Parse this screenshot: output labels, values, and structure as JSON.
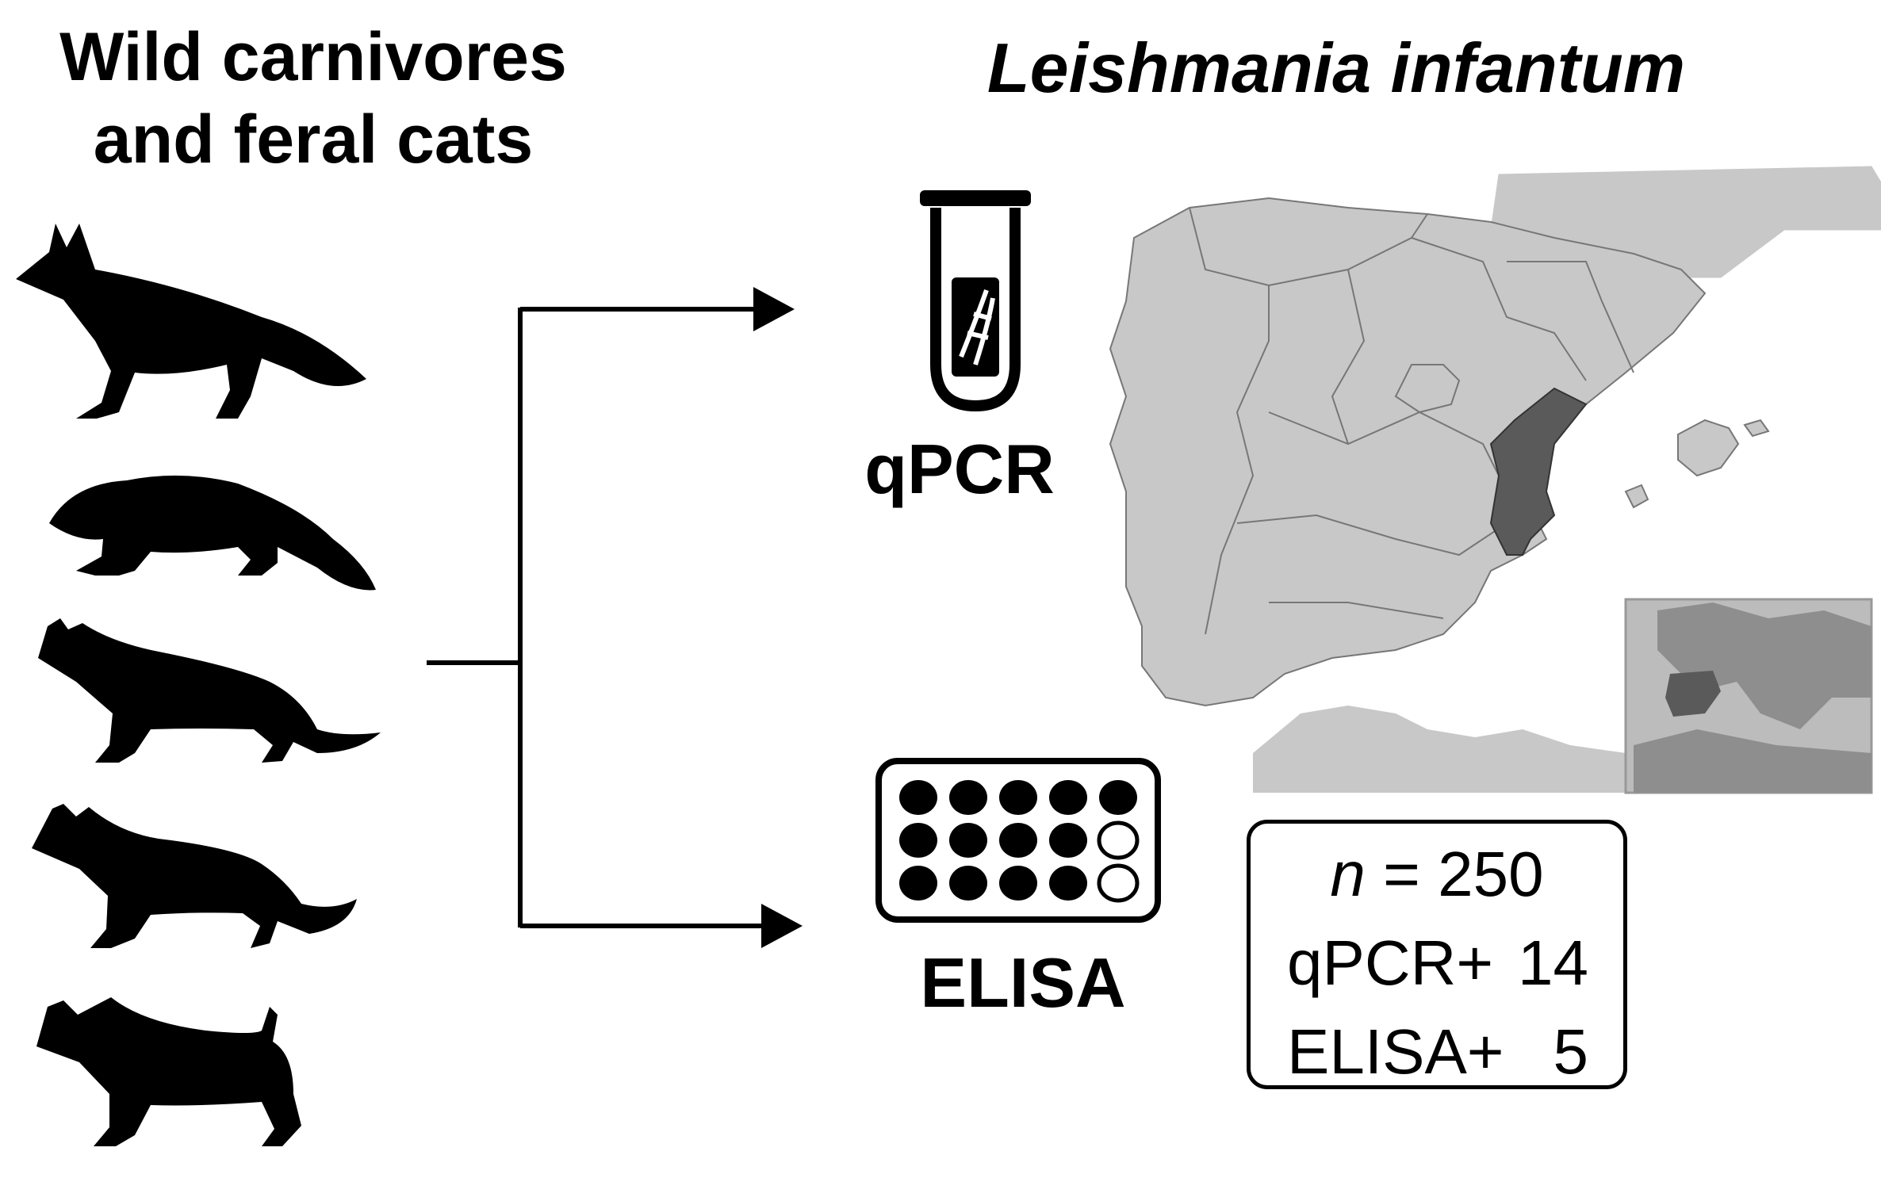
{
  "left_title": {
    "line1": "Wild carnivores",
    "line2": "and feral cats"
  },
  "right_title": "Leishmania infantum",
  "methods": {
    "qpcr_label": "qPCR",
    "elisa_label": "ELISA"
  },
  "results": {
    "n_symbol": "n",
    "n_equals": " = 250",
    "rows": [
      {
        "label": "qPCR+",
        "value": "14"
      },
      {
        "label": "ELISA+",
        "value": "5"
      }
    ]
  },
  "elisa_plate": {
    "rows": [
      [
        "filled",
        "filled",
        "filled",
        "filled",
        "filled"
      ],
      [
        "filled",
        "filled",
        "filled",
        "filled",
        "empty"
      ],
      [
        "filled",
        "filled",
        "filled",
        "filled",
        "empty"
      ]
    ]
  },
  "animals": [
    "fox",
    "marten",
    "genet",
    "wildcat",
    "feral-cat"
  ],
  "colors": {
    "map_land": "#c8c8c8",
    "map_highlight": "#5a5a5a",
    "ink": "#000000"
  }
}
